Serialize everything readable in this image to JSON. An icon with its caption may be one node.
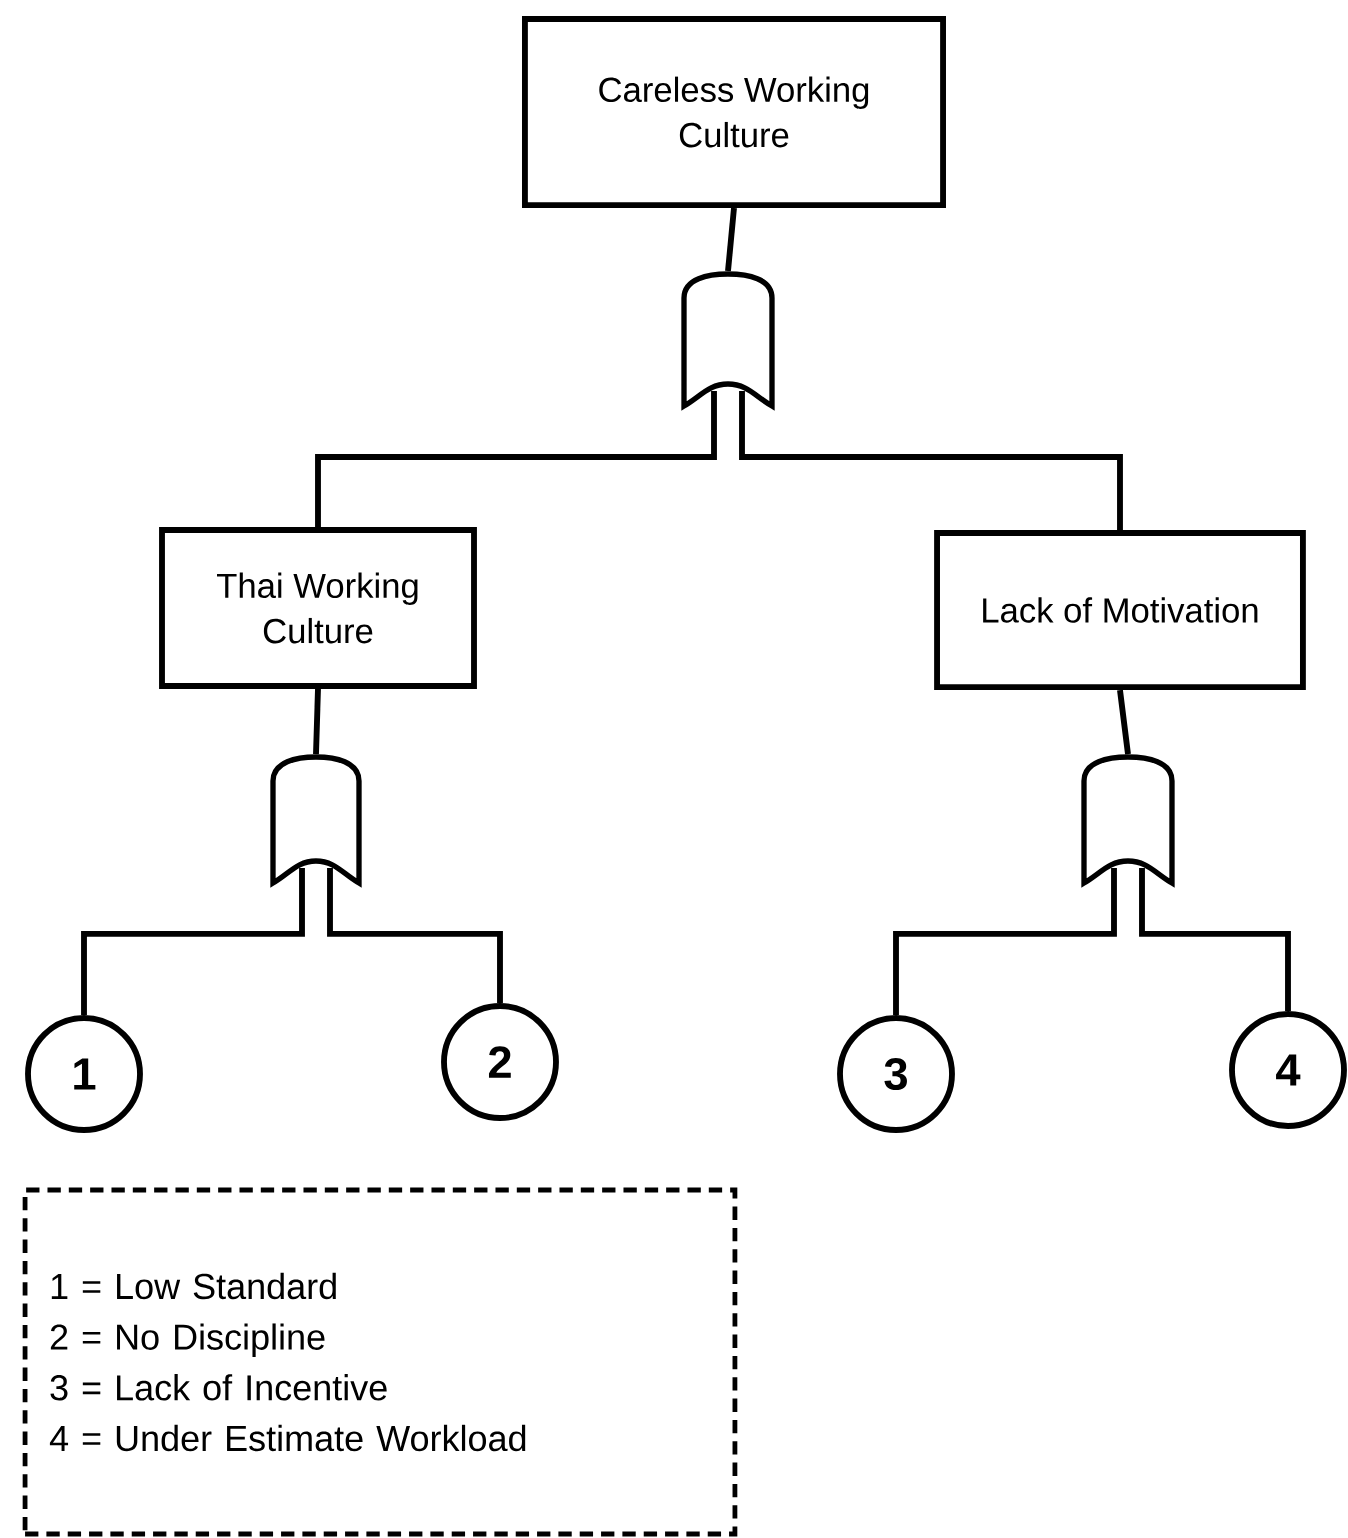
{
  "diagram": {
    "nodes": [
      {
        "text": [
          "Careless Working Culture"
        ]
      },
      {
        "text": [],
        "shape": "gate"
      },
      {
        "text": [
          "Thai Working Culture"
        ]
      },
      {
        "text": [
          "Lack of Motivation"
        ]
      },
      {
        "text": [],
        "shape": "gate"
      },
      {
        "text": [],
        "shape": "gate"
      },
      {
        "text": [
          "1"
        ]
      },
      {
        "text": [
          "2"
        ]
      },
      {
        "text": [
          "3"
        ]
      },
      {
        "text": [
          "4"
        ]
      },
      {
        "text": [
          "1 = Low Standard",
          "2 = No Discipline",
          "3 = Lack of Incentive",
          "4 = Under Estimate Workload"
        ]
      }
    ],
    "edges": [
      {
        "from": 0,
        "to": 1,
        "arrow": "none"
      },
      {
        "from": 1,
        "to": 2,
        "arrow": "none"
      },
      {
        "from": 1,
        "to": 3,
        "arrow": "none"
      },
      {
        "from": 2,
        "to": 4,
        "arrow": "none"
      },
      {
        "from": 4,
        "to": 6,
        "arrow": "none"
      },
      {
        "from": 4,
        "to": 7,
        "arrow": "none"
      },
      {
        "from": 3,
        "to": 5,
        "arrow": "none"
      },
      {
        "from": 5,
        "to": 8,
        "arrow": "none"
      },
      {
        "from": 5,
        "to": 9,
        "arrow": "none"
      }
    ]
  }
}
